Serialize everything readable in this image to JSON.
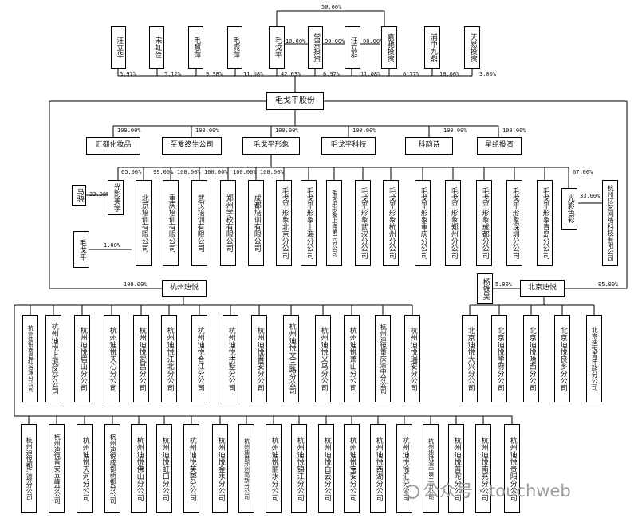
{
  "top_shareholders": [
    "汪立华",
    "宋虹佺",
    "毛慧萍",
    "毛霓萍",
    "毛戈平",
    "常景投资",
    "汪立群",
    "嘉驰投资",
    "浦中九鼎",
    "天易投资"
  ],
  "top_percents": [
    "5.97%",
    "5.12%",
    "9.38%",
    "11.08%",
    "42.63%",
    "0.97%",
    "11.08%",
    "0.77%",
    "10.00%",
    "3.00%"
  ],
  "inter_percents": {
    "maogeping_changjing": "10.00%",
    "wangliqun_changjing": "90.00%",
    "wangliqun_jiachi": "00.00%",
    "maogeping_jiachi": "50.00%"
  },
  "company": "毛戈平股份",
  "subsidiaries": [
    "汇都化妆品",
    "至爱终生公司",
    "毛戈平形象",
    "毛戈平科技",
    "科韵诗",
    "星纶投资"
  ],
  "subsidiary_percents": [
    "100.00%",
    "100.00%",
    "100.00%",
    "100.00%",
    "100.00%",
    "100.00%"
  ],
  "level3_percents": [
    "65.00%",
    "99.00%",
    "100.00%",
    "100.00%",
    "100.00%",
    "100.00%",
    "67.00%"
  ],
  "guangying_meixue": "光影美学",
  "mayao": "马骁",
  "mayao_percent": "33.00%",
  "maogeping_small": "毛戈平",
  "maogeping_small_percent": "1.00%",
  "trainings": [
    "北京培训有限公司",
    "重庆培训有限公司",
    "武汉培训有限公司",
    "郑州学校有限公司",
    "成都培训有限公司"
  ],
  "xingxiang_branches": [
    "毛戈平形象北京分公司",
    "毛戈平形象上海分公司",
    "毛戈平形象上海第二分公司",
    "毛戈平形象武汉分公司",
    "毛戈平形象杭州分公司",
    "毛戈平形象重庆分公司",
    "毛戈平形象郑州分公司",
    "毛戈平形象成都分公司",
    "毛戈平形象深圳分公司",
    "毛戈平形象青岛分公司"
  ],
  "guangying_secai": "光影色彩",
  "yifan": "杭州亿梵网络科技有限公司",
  "yifan_percent": "33.00%",
  "hangzhou_dy": "杭州迪悦",
  "hangzhou_dy_percent": "100.00%",
  "beijing_dy": "北京迪悦",
  "beijing_dy_percent": "95.00%",
  "yang": "杨铁昊",
  "yang_percent": "5.00%",
  "hz_row1": [
    "杭州迪悦南昌红谷滩分公司",
    "杭州迪悦上城区分公司",
    "杭州迪悦眉山分公司",
    "杭州迪悦天心分公司",
    "杭州迪悦武昌分公司",
    "杭州迪悦江北分公司",
    "杭州迪悦合江分公司",
    "杭州迪悦拱墅分公司",
    "杭州迪悦晋安分公司",
    "杭州迪悦文三路分公司",
    "杭州迪悦义乌分公司",
    "杭州迪悦萧山分公司",
    "杭州迪悦重庆渝中分公司",
    "杭州迪悦瑞安分公司"
  ],
  "hz_row2": [
    "杭州迪悦都江堰分公司",
    "杭州迪悦晋安五峰分公司",
    "杭州迪悦天河分公司",
    "杭州迪悦成都新都分公司",
    "杭州迪悦佛山分公司",
    "杭州迪悦虹口分公司",
    "杭州迪悦芙蓉分公司",
    "杭州迪悦金水分公司",
    "杭州迪悦郑州高新分公司",
    "杭州迪悦丽水分公司",
    "杭州迪悦锦江分公司",
    "杭州迪悦白云分公司",
    "杭州迪悦宝安分公司",
    "杭州迪悦西湖分公司",
    "杭州迪悦徐汇分公司",
    "杭州迪悦渝中第二分公司",
    "杭州迪悦普陀分公司",
    "杭州迪悦南充分公司",
    "杭州迪悦贵阳分公司"
  ],
  "bj_branches": [
    "北京迪悦大兴分公司",
    "北京迪悦学府分公司",
    "北京迪悦哈西分公司",
    "北京迪悦良乡分公司",
    "北京迪悦青年路分公司"
  ],
  "watermark": "公众号 · touchweb"
}
